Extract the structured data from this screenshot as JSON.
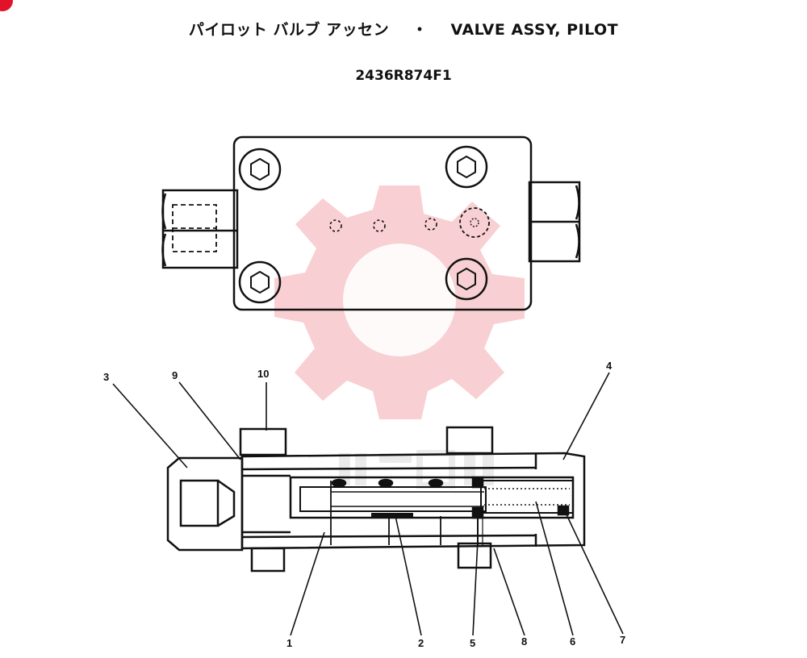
{
  "title": {
    "japanese": "パイロット バルブ アッセン",
    "separator": "・",
    "english": "VALVE ASSY, PILOT"
  },
  "part_number": "2436R874F1",
  "watermark_color": "#f4a8ae",
  "callouts": {
    "c1": "1",
    "c2": "2",
    "c3": "3",
    "c4": "4",
    "c5": "5",
    "c6": "6",
    "c7": "7",
    "c8": "8",
    "c9": "9",
    "c10": "10"
  }
}
